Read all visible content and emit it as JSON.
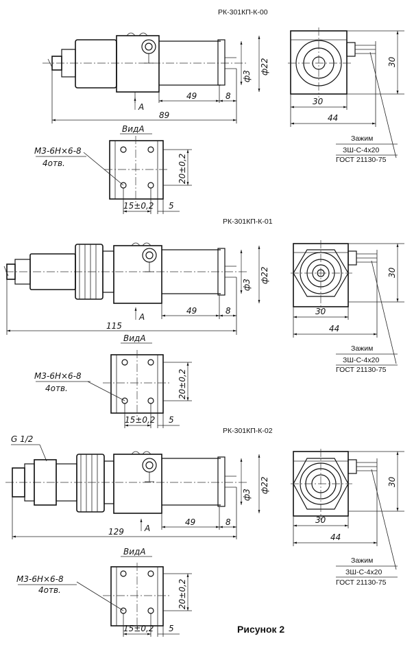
{
  "figure_caption": "Рисунок 2",
  "variants": [
    {
      "title": "РК-301КП-К-00",
      "dim_total": "89",
      "dim_body": "49",
      "dim_end": "8",
      "dim_d3": "ф3",
      "dim_d22": "ф22",
      "end_w": "30",
      "end_h": "30",
      "end_total": "44",
      "view_label": "ВидА",
      "arrow_label": "А",
      "hole_note": "М3-6H×6-8",
      "hole_count": "4отв.",
      "view_h": "20±0,2",
      "view_w": "15±0,2",
      "view_5": "5",
      "clamp_title": "Зажим",
      "clamp_code": "ЗШ-С-4х20",
      "clamp_std": "ГОСТ 21130-75"
    },
    {
      "title": "РК-301КП-К-01",
      "dim_total": "115",
      "dim_body": "49",
      "dim_end": "8",
      "dim_d3": "ф3",
      "dim_d22": "ф22",
      "end_w": "30",
      "end_h": "30",
      "end_total": "44",
      "view_label": "ВидА",
      "arrow_label": "А",
      "hole_note": "М3-6H×6-8",
      "hole_count": "4отв.",
      "view_h": "20±0,2",
      "view_w": "15±0,2",
      "view_5": "5",
      "clamp_title": "Зажим",
      "clamp_code": "ЗШ-С-4х20",
      "clamp_std": "ГОСТ 21130-75"
    },
    {
      "title": "РК-301КП-К-02",
      "thread": "G 1/2",
      "dim_total": "129",
      "dim_body": "49",
      "dim_end": "8",
      "dim_d3": "ф3",
      "dim_d22": "ф22",
      "end_w": "30",
      "end_h": "30",
      "end_total": "44",
      "view_label": "ВидА",
      "arrow_label": "А",
      "hole_note": "М3-6H×6-8",
      "hole_count": "4отв.",
      "view_h": "20±0,2",
      "view_w": "15±0,2",
      "view_5": "5",
      "clamp_title": "Зажим",
      "clamp_code": "ЗШ-С-4х20",
      "clamp_std": "ГОСТ 21130-75"
    }
  ]
}
